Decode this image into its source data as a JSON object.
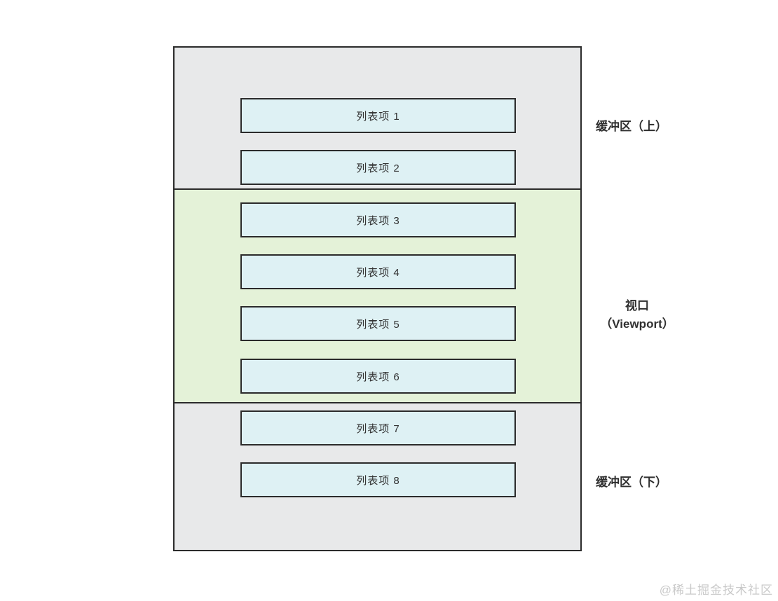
{
  "diagram": {
    "title_semantic": "virtual-list-buffer-viewport-diagram",
    "items": [
      {
        "label": "列表项 1",
        "zone": "buffer-top"
      },
      {
        "label": "列表项 2",
        "zone": "buffer-top"
      },
      {
        "label": "列表项 3",
        "zone": "viewport"
      },
      {
        "label": "列表项 4",
        "zone": "viewport"
      },
      {
        "label": "列表项 5",
        "zone": "viewport"
      },
      {
        "label": "列表项 6",
        "zone": "viewport"
      },
      {
        "label": "列表项 7",
        "zone": "buffer-bottom"
      },
      {
        "label": "列表项 8",
        "zone": "buffer-bottom"
      }
    ],
    "labels": {
      "buffer_top": "缓冲区（上）",
      "viewport_line1": "视口",
      "viewport_line2": "（Viewport）",
      "buffer_bottom": "缓冲区（下）"
    },
    "colors": {
      "buffer_bg": "#e8e9ea",
      "viewport_bg": "#e4f2d8",
      "item_bg": "#def1f4",
      "border": "#2b2b2b",
      "item_text": "#333333",
      "label_text": "#2f2f2f",
      "watermark_text": "#c9c9c9"
    }
  },
  "watermark": "@稀土掘金技术社区"
}
